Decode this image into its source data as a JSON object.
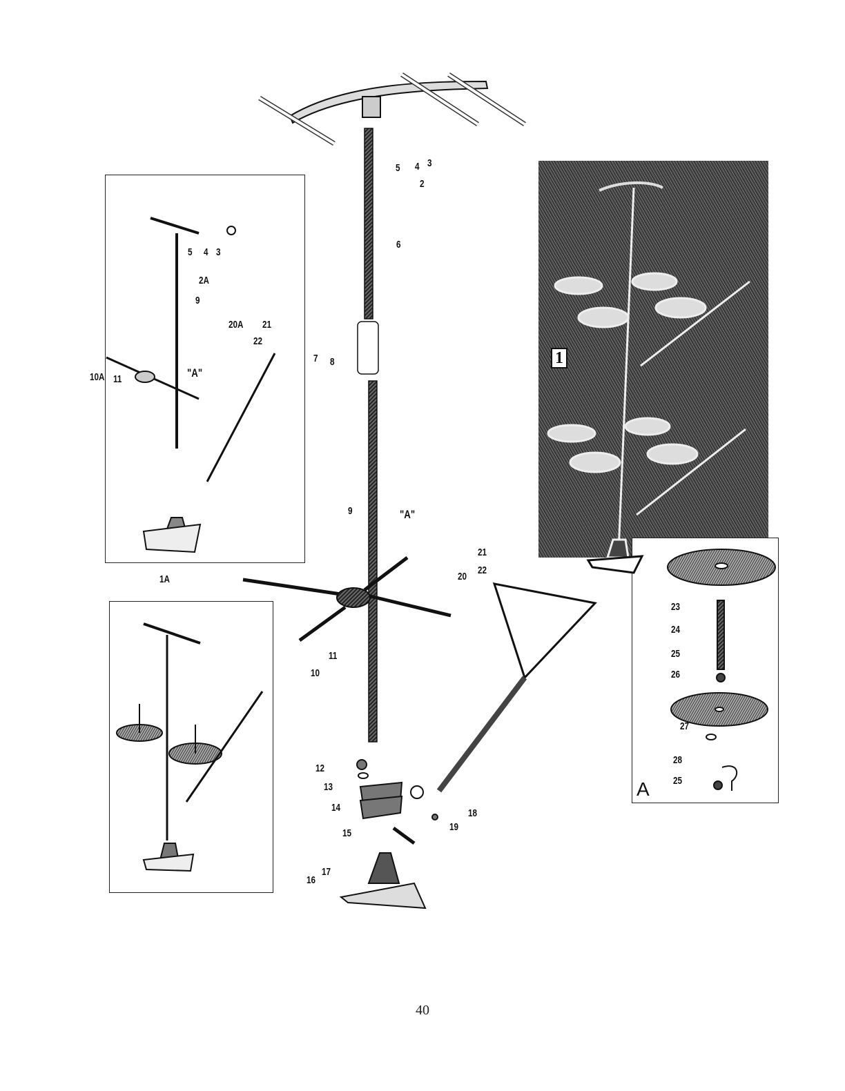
{
  "page_number": "40",
  "part_labels": {
    "p5_top": "5",
    "p4_top": "4",
    "p3_top": "3",
    "p2": "2",
    "p6": "6",
    "p7": "7",
    "p8": "8",
    "p9": "9",
    "A_main": "\"A\"",
    "p10": "10",
    "p11": "11",
    "p12": "12",
    "p13": "13",
    "p14": "14",
    "p15": "15",
    "p16": "16",
    "p17": "17",
    "p18": "18",
    "p19": "19",
    "p20": "20",
    "p21": "21",
    "p22": "22",
    "i5": "5",
    "i4": "4",
    "i3": "3",
    "i2A": "2A",
    "i9": "9",
    "i20A": "20A",
    "i21": "21",
    "i22": "22",
    "i10A": "10A",
    "i11": "11",
    "iA": "\"A\"",
    "i1A": "1A",
    "a23": "23",
    "a24": "24",
    "a25": "25",
    "a26": "26",
    "a27": "27",
    "a28": "28",
    "a25b": "25"
  },
  "photo_badge": "1",
  "detail_box_letter": "A",
  "colors": {
    "ink": "#111111",
    "photo_bg": "#4a4a4a",
    "paper": "#ffffff"
  }
}
